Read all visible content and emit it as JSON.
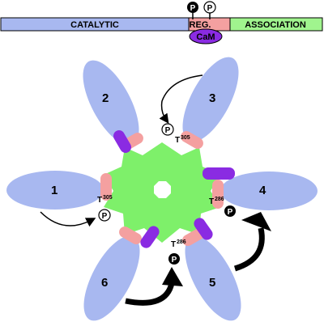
{
  "domain_bar": {
    "catalytic": "CATALYTIC",
    "regulatory": "REG.",
    "association": "ASSOCIATION",
    "calmodulin": "CaM",
    "phospho": "P"
  },
  "subunits": [
    "1",
    "2",
    "3",
    "4",
    "5",
    "6"
  ],
  "sites": {
    "t305_label": "T",
    "t305_sup": "305",
    "t286_label": "T",
    "t286_sup": "286"
  },
  "phospho_mark": "P",
  "colors": {
    "catalytic": "#a8b8f0",
    "regulatory": "#f4a0a0",
    "association": "#a0f48e",
    "calmodulin": "#8a2be2",
    "hub": "#7ef06a",
    "outline": "#000000"
  }
}
